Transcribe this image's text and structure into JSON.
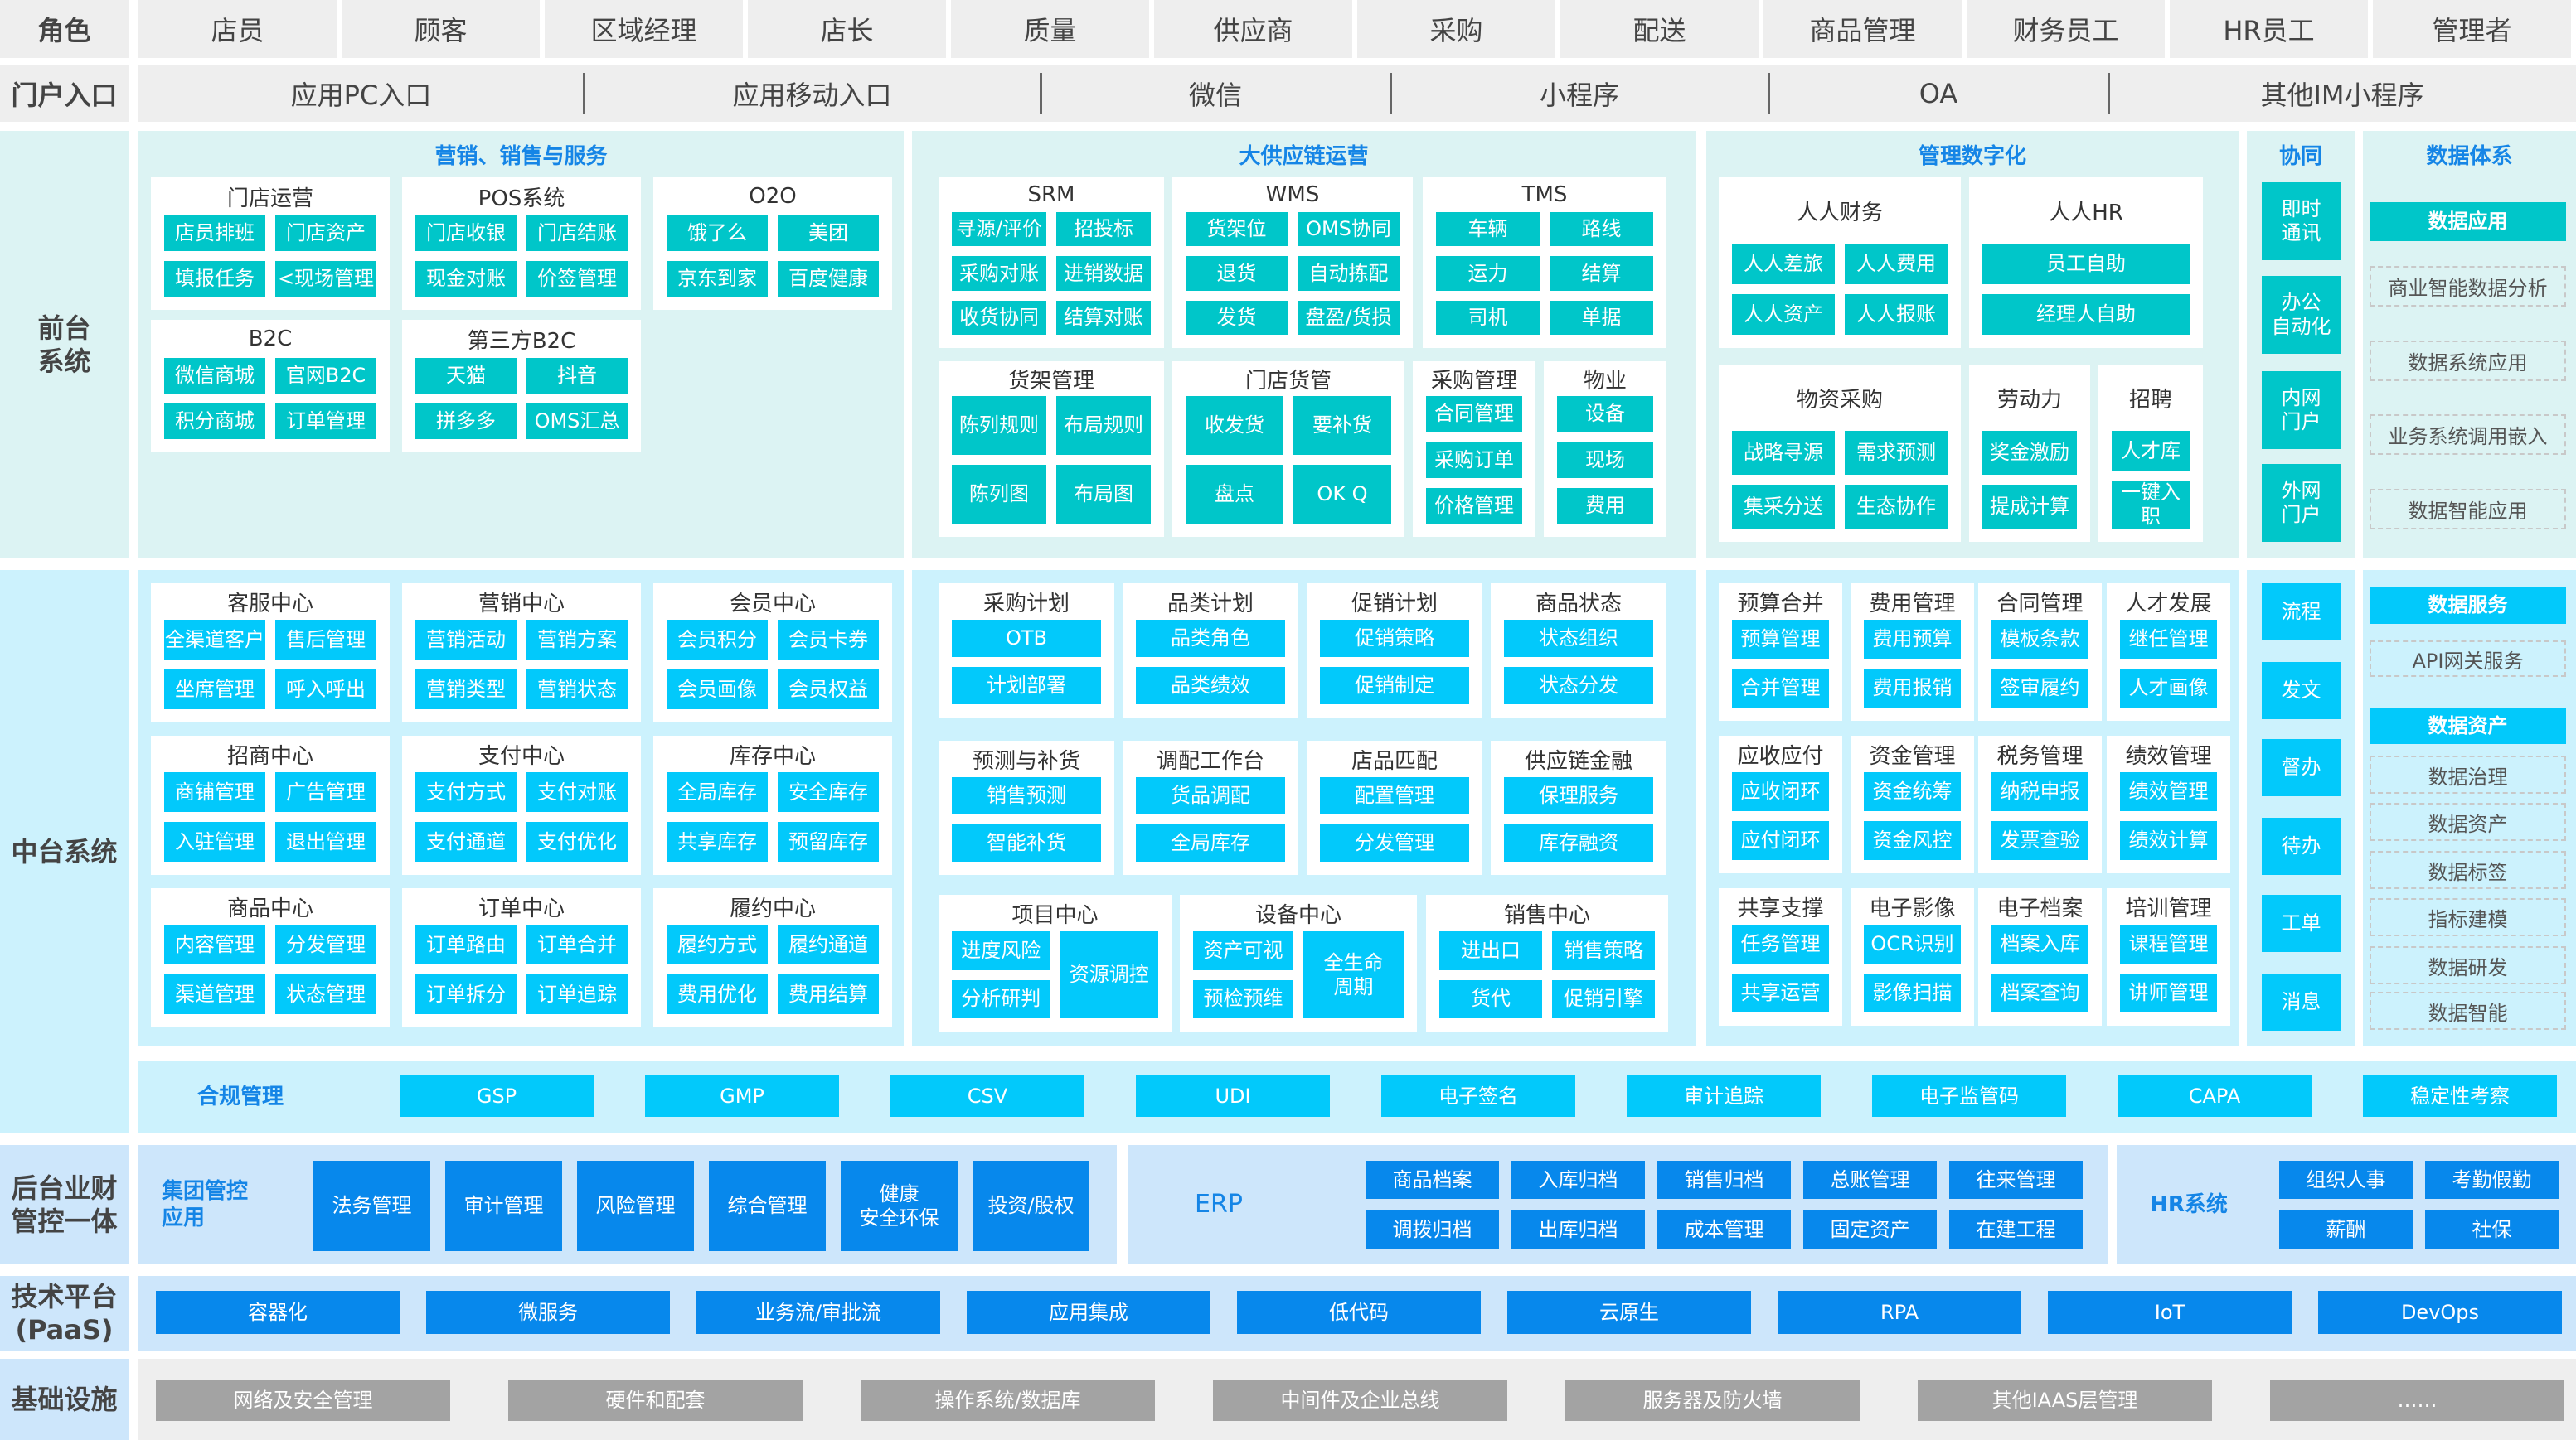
{
  "colors": {
    "front_button": "#00c6c9",
    "middle_button": "#02c9fb",
    "backend_button": "#0788ec",
    "infra_button": "#a3a3a3",
    "title_blue": "#1585e6",
    "front_bg": "#dcf3f3",
    "middle_bg": "#ccf2fd",
    "backend_bg": "#cde6fb",
    "infra_bg": "#eeeeee"
  },
  "header": {
    "roles_label": "角色",
    "roles": [
      "店员",
      "顾客",
      "区域经理",
      "店长",
      "质量",
      "供应商",
      "采购",
      "配送",
      "商品管理",
      "财务员工",
      "HR员工",
      "管理者"
    ],
    "portal_label": "门户入口",
    "portals": [
      "应用PC入口",
      "应用移动入口",
      "微信",
      "小程序",
      "OA",
      "其他IM小程序"
    ]
  },
  "front": {
    "label": "前台\n系统",
    "marketing": {
      "title": "营销、销售与服务",
      "cards": [
        {
          "title": "门店运营",
          "rows": [
            [
              "店员排班",
              "门店资产"
            ],
            [
              "填报任务",
              "<现场管理"
            ]
          ]
        },
        {
          "title": "POS系统",
          "rows": [
            [
              "门店收银",
              "门店结账"
            ],
            [
              "现金对账",
              "价签管理"
            ]
          ]
        },
        {
          "title": "O2O",
          "rows": [
            [
              "饿了么",
              "美团"
            ],
            [
              "京东到家",
              "百度健康"
            ]
          ]
        },
        {
          "title": "B2C",
          "rows": [
            [
              "微信商城",
              "官网B2C"
            ],
            [
              "积分商城",
              "订单管理"
            ]
          ]
        },
        {
          "title": "第三方B2C",
          "rows": [
            [
              "天猫",
              "抖音"
            ],
            [
              "拼多多",
              "OMS汇总"
            ]
          ]
        }
      ]
    },
    "supply": {
      "title": "大供应链运营",
      "cards": [
        {
          "title": "SRM",
          "rows": [
            [
              "寻源/评价",
              "招投标"
            ],
            [
              "采购对账",
              "进销数据"
            ],
            [
              "收货协同",
              "结算对账"
            ]
          ]
        },
        {
          "title": "WMS",
          "rows": [
            [
              "货架位",
              "OMS协同"
            ],
            [
              "退货",
              "自动拣配"
            ],
            [
              "发货",
              "盘盈/货损"
            ]
          ]
        },
        {
          "title": "TMS",
          "rows": [
            [
              "车辆",
              "路线"
            ],
            [
              "运力",
              "结算"
            ],
            [
              "司机",
              "单据"
            ]
          ]
        },
        {
          "title": "货架管理",
          "rows": [
            [
              "陈列规则",
              "布局规则"
            ],
            [
              "陈列图",
              "布局图"
            ]
          ]
        },
        {
          "title": "门店货管",
          "rows": [
            [
              "收发货",
              "要补货"
            ],
            [
              "盘点",
              "OK Q"
            ]
          ]
        },
        {
          "title": "采购管理",
          "rows": [
            [
              "合同管理"
            ],
            [
              "采购订单"
            ],
            [
              "价格管理"
            ]
          ]
        },
        {
          "title": "物业",
          "rows": [
            [
              "设备"
            ],
            [
              "现场"
            ],
            [
              "费用"
            ]
          ]
        }
      ]
    },
    "management": {
      "title": "管理数字化",
      "cards": [
        {
          "title": "人人财务",
          "rows": [
            [
              "人人差旅",
              "人人费用"
            ],
            [
              "人人资产",
              "人人报账"
            ]
          ]
        },
        {
          "title": "人人HR",
          "rows": [
            [
              "员工自助"
            ],
            [
              "经理人自助"
            ]
          ]
        },
        {
          "title": "物资采购",
          "rows": [
            [
              "战略寻源",
              "需求预测"
            ],
            [
              "集采分送",
              "生态协作"
            ]
          ]
        },
        {
          "title": "劳动力",
          "rows": [
            [
              "奖金激励"
            ],
            [
              "提成计算"
            ]
          ]
        },
        {
          "title": "招聘",
          "rows": [
            [
              "人才库"
            ],
            [
              "一键入职"
            ]
          ]
        }
      ]
    },
    "collab": {
      "title": "协同",
      "items": [
        "即时\n通讯",
        "办公\n自动化",
        "内网\n门户",
        "外网\n门户"
      ]
    },
    "data": {
      "title": "数据体系",
      "primary": "数据应用",
      "items": [
        "商业智能数据分析",
        "数据系统应用",
        "业务系统调用嵌入",
        "数据智能应用"
      ]
    }
  },
  "middle": {
    "label": "中台系统",
    "marketing": {
      "cards": [
        {
          "title": "客服中心",
          "rows": [
            [
              "全渠道客户",
              "售后管理"
            ],
            [
              "坐席管理",
              "呼入呼出"
            ]
          ]
        },
        {
          "title": "营销中心",
          "rows": [
            [
              "营销活动",
              "营销方案"
            ],
            [
              "营销类型",
              "营销状态"
            ]
          ]
        },
        {
          "title": "会员中心",
          "rows": [
            [
              "会员积分",
              "会员卡券"
            ],
            [
              "会员画像",
              "会员权益"
            ]
          ]
        },
        {
          "title": "招商中心",
          "rows": [
            [
              "商铺管理",
              "广告管理"
            ],
            [
              "入驻管理",
              "退出管理"
            ]
          ]
        },
        {
          "title": "支付中心",
          "rows": [
            [
              "支付方式",
              "支付对账"
            ],
            [
              "支付通道",
              "支付优化"
            ]
          ]
        },
        {
          "title": "库存中心",
          "rows": [
            [
              "全局库存",
              "安全库存"
            ],
            [
              "共享库存",
              "预留库存"
            ]
          ]
        },
        {
          "title": "商品中心",
          "rows": [
            [
              "内容管理",
              "分发管理"
            ],
            [
              "渠道管理",
              "状态管理"
            ]
          ]
        },
        {
          "title": "订单中心",
          "rows": [
            [
              "订单路由",
              "订单合并"
            ],
            [
              "订单拆分",
              "订单追踪"
            ]
          ]
        },
        {
          "title": "履约中心",
          "rows": [
            [
              "履约方式",
              "履约通道"
            ],
            [
              "费用优化",
              "费用结算"
            ]
          ]
        }
      ]
    },
    "supply": {
      "cards": [
        {
          "title": "采购计划",
          "rows": [
            [
              "OTB"
            ],
            [
              "计划部署"
            ]
          ]
        },
        {
          "title": "品类计划",
          "rows": [
            [
              "品类角色"
            ],
            [
              "品类绩效"
            ]
          ]
        },
        {
          "title": "促销计划",
          "rows": [
            [
              "促销策略"
            ],
            [
              "促销制定"
            ]
          ]
        },
        {
          "title": "商品状态",
          "rows": [
            [
              "状态组织"
            ],
            [
              "状态分发"
            ]
          ]
        },
        {
          "title": "预测与补货",
          "rows": [
            [
              "销售预测"
            ],
            [
              "智能补货"
            ]
          ]
        },
        {
          "title": "调配工作台",
          "rows": [
            [
              "货品调配"
            ],
            [
              "全局库存"
            ]
          ]
        },
        {
          "title": "店品匹配",
          "rows": [
            [
              "配置管理"
            ],
            [
              "分发管理"
            ]
          ]
        },
        {
          "title": "供应链金融",
          "rows": [
            [
              "保理服务"
            ],
            [
              "库存融资"
            ]
          ]
        },
        {
          "title": "项目中心",
          "rows": [
            [
              "进度风险"
            ],
            [
              "分析研判"
            ]
          ],
          "side": "资源调控"
        },
        {
          "title": "设备中心",
          "rows": [
            [
              "资产可视"
            ],
            [
              "预检预维"
            ]
          ],
          "side": "全生命\n周期"
        },
        {
          "title": "销售中心",
          "rows": [
            [
              "进出口",
              "销售策略"
            ],
            [
              "货代",
              "促销引擎"
            ]
          ]
        }
      ]
    },
    "management": {
      "cards": [
        {
          "title": "预算合并",
          "rows": [
            [
              "预算管理"
            ],
            [
              "合并管理"
            ]
          ]
        },
        {
          "title": "费用管理",
          "rows": [
            [
              "费用预算"
            ],
            [
              "费用报销"
            ]
          ]
        },
        {
          "title": "合同管理",
          "rows": [
            [
              "模板条款"
            ],
            [
              "签审履约"
            ]
          ]
        },
        {
          "title": "人才发展",
          "rows": [
            [
              "继任管理"
            ],
            [
              "人才画像"
            ]
          ]
        },
        {
          "title": "应收应付",
          "rows": [
            [
              "应收闭环"
            ],
            [
              "应付闭环"
            ]
          ]
        },
        {
          "title": "资金管理",
          "rows": [
            [
              "资金统筹"
            ],
            [
              "资金风控"
            ]
          ]
        },
        {
          "title": "税务管理",
          "rows": [
            [
              "纳税申报"
            ],
            [
              "发票查验"
            ]
          ]
        },
        {
          "title": "绩效管理",
          "rows": [
            [
              "绩效管理"
            ],
            [
              "绩效计算"
            ]
          ]
        },
        {
          "title": "共享支撑",
          "rows": [
            [
              "任务管理"
            ],
            [
              "共享运营"
            ]
          ]
        },
        {
          "title": "电子影像",
          "rows": [
            [
              "OCR识别"
            ],
            [
              "影像扫描"
            ]
          ]
        },
        {
          "title": "电子档案",
          "rows": [
            [
              "档案入库"
            ],
            [
              "档案查询"
            ]
          ]
        },
        {
          "title": "培训管理",
          "rows": [
            [
              "课程管理"
            ],
            [
              "讲师管理"
            ]
          ]
        }
      ]
    },
    "collab": {
      "items": [
        "流程",
        "发文",
        "督办",
        "待办",
        "工单",
        "消息"
      ]
    },
    "data": {
      "groups": [
        {
          "primary": "数据服务",
          "items": [
            "API网关服务"
          ]
        },
        {
          "primary": "数据资产",
          "items": [
            "数据治理",
            "数据资产",
            "数据标签",
            "指标建模",
            "数据研发",
            "数据智能"
          ]
        }
      ]
    }
  },
  "compliance": {
    "label": "合规管理",
    "items": [
      "GSP",
      "GMP",
      "CSV",
      "UDI",
      "电子签名",
      "审计追踪",
      "电子监管码",
      "CAPA",
      "稳定性考察"
    ]
  },
  "backend": {
    "label": "后台业财\n管控一体",
    "group": {
      "title": "集团管控\n应用",
      "items": [
        "法务管理",
        "审计管理",
        "风险管理",
        "综合管理",
        "健康\n安全环保",
        "投资/股权"
      ]
    },
    "erp": {
      "title": "ERP",
      "rows": [
        [
          "商品档案",
          "入库归档",
          "销售归档",
          "总账管理",
          "往来管理"
        ],
        [
          "调拨归档",
          "出库归档",
          "成本管理",
          "固定资产",
          "在建工程"
        ]
      ]
    },
    "hr": {
      "title": "HR系统",
      "rows": [
        [
          "组织人事",
          "考勤假勤"
        ],
        [
          "薪酬",
          "社保"
        ]
      ]
    }
  },
  "paas": {
    "label": "技术平台\n(PaaS)",
    "items": [
      "容器化",
      "微服务",
      "业务流/审批流",
      "应用集成",
      "低代码",
      "云原生",
      "RPA",
      "IoT",
      "DevOps"
    ]
  },
  "infra": {
    "label": "基础设施",
    "items": [
      "网络及安全管理",
      "硬件和配套",
      "操作系统/数据库",
      "中间件及企业总线",
      "服务器及防火墙",
      "其他IAAS层管理",
      "……"
    ]
  }
}
